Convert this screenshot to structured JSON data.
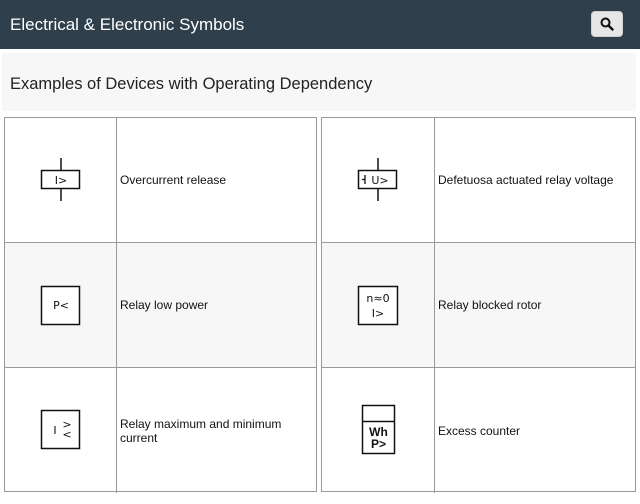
{
  "header": {
    "title": "Electrical & Electronic Symbols",
    "search_icon": "search-icon"
  },
  "page": {
    "title": "Examples of Devices with Operating Dependency"
  },
  "symbols": {
    "left": [
      {
        "symbol_text": "I>",
        "label": "Overcurrent release",
        "icon": "overcurrent-release-symbol-icon"
      },
      {
        "symbol_text": "P<",
        "label": "Relay low power",
        "icon": "low-power-relay-symbol-icon"
      },
      {
        "symbol_text_top": ">",
        "symbol_text_main": "I",
        "symbol_text_bottom": "<",
        "label": "Relay maximum and minimum current",
        "icon": "max-min-current-relay-symbol-icon"
      }
    ],
    "right": [
      {
        "symbol_text": "U>",
        "label": "Defetuosa actuated relay voltage",
        "icon": "fault-voltage-relay-symbol-icon"
      },
      {
        "symbol_text_top": "n≈0",
        "symbol_text_bottom": "I>",
        "label": "Relay blocked rotor",
        "icon": "blocked-rotor-relay-symbol-icon"
      },
      {
        "symbol_text_top": "Wh",
        "symbol_text_bottom": "P>",
        "label": "Excess counter",
        "icon": "excess-counter-symbol-icon"
      }
    ]
  },
  "colors": {
    "topbar": "#2f3f4c",
    "shaded_row": "#f7f7f7",
    "border": "#9a9a9a"
  }
}
